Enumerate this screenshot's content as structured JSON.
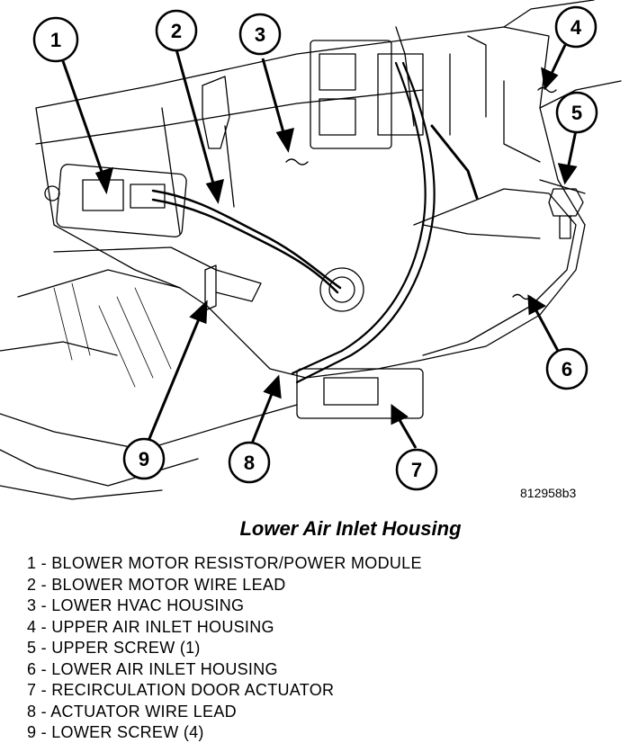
{
  "figure_id": "812958b3",
  "caption": "Lower Air Inlet Housing",
  "callouts": [
    "1",
    "2",
    "3",
    "4",
    "5",
    "6",
    "7",
    "8",
    "9"
  ],
  "legend": [
    "1 - BLOWER MOTOR RESISTOR/POWER MODULE",
    "2 - BLOWER MOTOR WIRE LEAD",
    "3 - LOWER HVAC HOUSING",
    "4 - UPPER AIR INLET HOUSING",
    "5 - UPPER SCREW (1)",
    "6 - LOWER AIR INLET HOUSING",
    "7 - RECIRCULATION DOOR ACTUATOR",
    "8 - ACTUATOR WIRE LEAD",
    "9 - LOWER SCREW (4)"
  ]
}
